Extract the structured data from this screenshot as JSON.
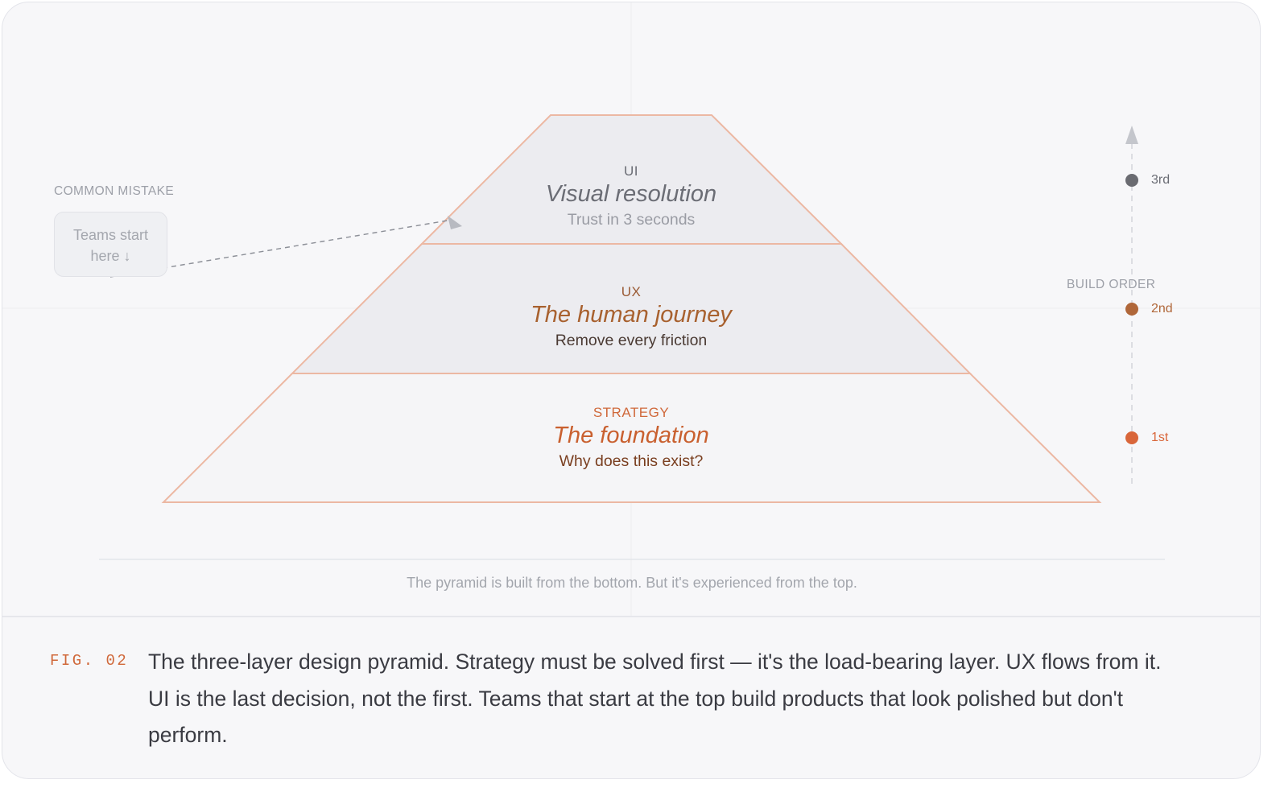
{
  "pyramid": {
    "layers": [
      {
        "kicker": "UI",
        "title": "Visual resolution",
        "subtitle": "Trust in 3 seconds",
        "kicker_color": "#6b6d75",
        "title_color": "#6b6d75",
        "subtitle_color": "#9a9ca4",
        "fill": "#ececf0"
      },
      {
        "kicker": "UX",
        "title": "The human journey",
        "subtitle": "Remove every friction",
        "kicker_color": "#9a5a34",
        "title_color": "#a8612f",
        "subtitle_color": "#4a3a33",
        "fill": "#ececf0"
      },
      {
        "kicker": "STRATEGY",
        "title": "The foundation",
        "subtitle": "Why does this exist?",
        "kicker_color": "#d0683a",
        "title_color": "#c9602f",
        "subtitle_color": "#7a3f20",
        "fill": "#f5f5f7"
      }
    ],
    "outline_color": "#ecb8a3"
  },
  "common_mistake": {
    "label": "COMMON MISTAKE",
    "box_text_line1": "Teams start",
    "box_text_line2": "here ↓"
  },
  "build_order": {
    "label": "BUILD ORDER",
    "steps": [
      {
        "label": "3rd",
        "color": "#6a6b71",
        "text_color": "#6b6d75"
      },
      {
        "label": "2nd",
        "color": "#b0673a",
        "text_color": "#b0673a"
      },
      {
        "label": "1st",
        "color": "#d9663a",
        "text_color": "#d9663a"
      }
    ]
  },
  "footnote": "The pyramid is built from the bottom. But it's experienced from the top.",
  "caption": {
    "fig_label": "FIG. 02",
    "text": "The three-layer design pyramid. Strategy must be solved first — it's the load-bearing layer. UX flows from it. UI is the last decision, not the first. Teams that start at the top build products that look polished but don't perform."
  }
}
